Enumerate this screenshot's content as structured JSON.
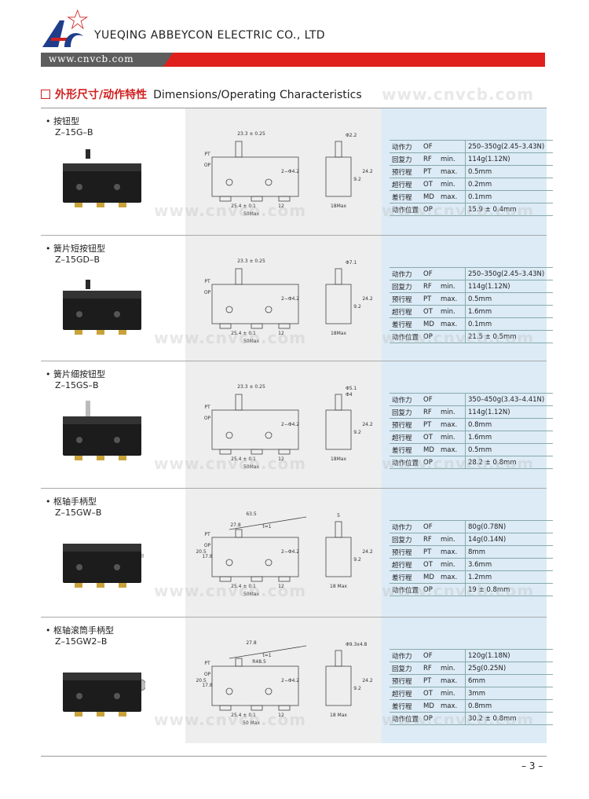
{
  "company": {
    "name": "YUEQING ABBEYCON ELECTRIC CO., LTD",
    "website": "www.cnvcb.com",
    "watermark": "www.cnvcb.com"
  },
  "header": {
    "title_cn": "外形尺寸/动作特性",
    "title_en": "Dimensions/Operating Characteristics"
  },
  "spec_labels": [
    {
      "cn": "动作力",
      "abbr": "OF",
      "q": ""
    },
    {
      "cn": "回复力",
      "abbr": "RF",
      "q": "min."
    },
    {
      "cn": "预行程",
      "abbr": "PT",
      "q": "max."
    },
    {
      "cn": "超行程",
      "abbr": "OT",
      "q": "min."
    },
    {
      "cn": "差行程",
      "abbr": "MD",
      "q": "max."
    },
    {
      "cn": "动作位置",
      "abbr": "OP",
      "q": ""
    }
  ],
  "products": [
    {
      "name_cn": "按钮型",
      "model": "Z–15G–B",
      "dims": {
        "top": "23.3 ± 0.25",
        "hole": "2−Φ4.2",
        "base": "25.4 ± 0.1",
        "right": "12",
        "max": "50Max",
        "side_max": "18Max",
        "dia": "Φ2.2",
        "h1": "9.2",
        "h2": "24.2",
        "pt": "PT",
        "op": "OP"
      },
      "specs": [
        "250–350g(2.45–3.43N)",
        "114g(1.12N)",
        "0.5mm",
        "0.2mm",
        "0.1mm",
        "15.9 ± 0.4mm"
      ]
    },
    {
      "name_cn": "簧片短按钮型",
      "model": "Z–15GD–B",
      "dims": {
        "top": "23.3 ± 0.25",
        "hole": "2−Φ4.2",
        "base": "25.4 ± 0.1",
        "right": "12",
        "max": "50Max",
        "side_max": "18Max",
        "dia": "Φ7.1",
        "h1": "9.2",
        "h2": "24.2",
        "pt": "PT",
        "op": "OP"
      },
      "specs": [
        "250–350g(2.45–3.43N)",
        "114g(1.12N)",
        "0.5mm",
        "1.6mm",
        "0.1mm",
        "21.5 ± 0.5mm"
      ]
    },
    {
      "name_cn": "簧片细按钮型",
      "model": "Z–15GS–B",
      "dims": {
        "top": "23.3 ± 0.25",
        "hole": "2−Φ4.2",
        "base": "25.4 ± 0.1",
        "right": "12",
        "max": "50Max",
        "side_max": "18Max",
        "dia": "Φ5.1",
        "dia2": "Φ4",
        "h1": "9.2",
        "h2": "24.2",
        "pt": "PT",
        "op": "OP"
      },
      "specs": [
        "350–450g(3.43–4.41N)",
        "114g(1.12N)",
        "0.8mm",
        "1.6mm",
        "0.5mm",
        "28.2 ± 0.8mm"
      ]
    },
    {
      "name_cn": "枢轴手柄型",
      "model": "Z–15GW–B",
      "dims": {
        "top": "63.5",
        "mid": "27.8",
        "t": "t=1",
        "hole": "2−Φ4.2",
        "base": "25.4 ± 0.1",
        "right": "12",
        "max": "50Max",
        "side_max": "18 Max",
        "w": "5",
        "h1": "9.2",
        "h2": "24.2",
        "a": "20.5",
        "b": "17.8",
        "pt": "PT",
        "op": "OP"
      },
      "specs": [
        "80g(0.78N)",
        "14g(0.14N)",
        "8mm",
        "3.6mm",
        "1.2mm",
        "19 ± 0.8mm"
      ]
    },
    {
      "name_cn": "枢轴滚筒手柄型",
      "model": "Z–15GW2–B",
      "dims": {
        "top": "27.8",
        "r": "R48.5",
        "t": "t=1",
        "hole": "2−Φ4.2",
        "base": "25.4 ± 0.1",
        "right": "12",
        "max": "50 Max",
        "side_max": "18 Max",
        "dia": "Φ9.3x4.8",
        "h1": "9.2",
        "h2": "24.2",
        "a": "20.5",
        "b": "17.8",
        "pt": "PT",
        "op": "OP"
      },
      "specs": [
        "120g(1.18N)",
        "25g(0.25N)",
        "6mm",
        "3mm",
        "0.8mm",
        "30.2 ± 0.8mm"
      ]
    }
  ],
  "footer": {
    "page": "– 3 –"
  },
  "colors": {
    "red": "#e0201c",
    "grey": "#5d5d5d",
    "spec_bg": "#dcebf6",
    "diagram_bg": "#eeeeee",
    "logo_blue": "#1f3d8a"
  }
}
